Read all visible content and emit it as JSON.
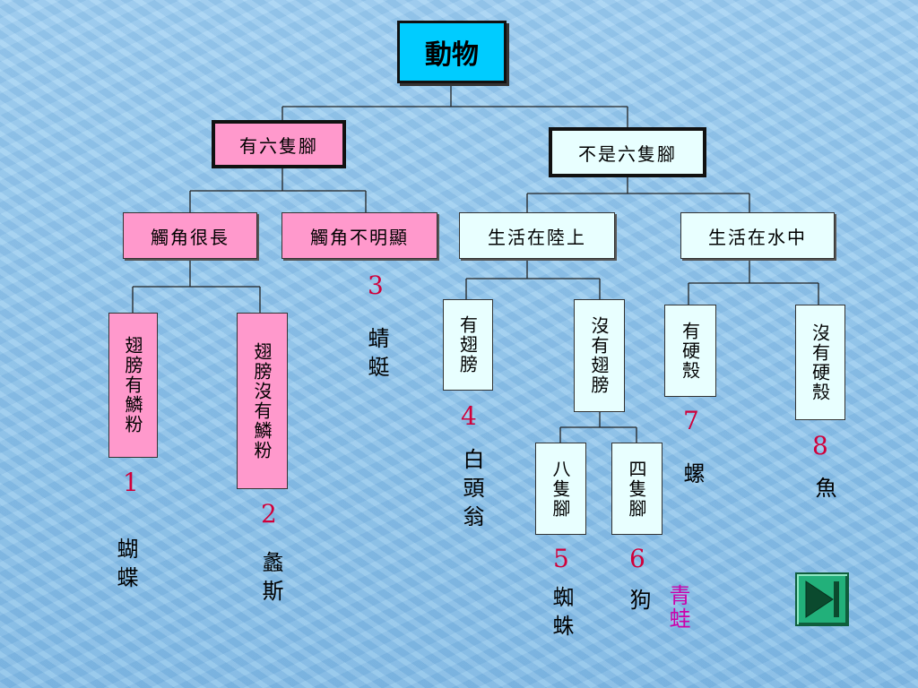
{
  "root": "動物",
  "level1": {
    "six_legs": "有六隻腳",
    "not_six_legs": "不是六隻腳"
  },
  "level2": {
    "long_antennae": "觸角很長",
    "unclear_antennae": "觸角不明顯",
    "on_land": "生活在陸上",
    "in_water": "生活在水中"
  },
  "level3": {
    "scaly_wings": "翅膀有鱗粉",
    "no_scale_wings": "翅膀沒有鱗粉",
    "has_wings": "有翅膀",
    "no_wings": "沒有翅膀",
    "hard_shell": "有硬殼",
    "no_hard_shell": "沒有硬殼"
  },
  "level4": {
    "eight_legs": "八隻腳",
    "four_legs": "四隻腳"
  },
  "numbers": [
    "1",
    "2",
    "3",
    "4",
    "5",
    "6",
    "7",
    "8"
  ],
  "answers": {
    "a1": "蝴蝶",
    "a2": "蠡斯",
    "a3": "蜻蜓",
    "a4": "白頭翁",
    "a5": "蜘蛛",
    "a6": "狗",
    "a6_extra": "青蛙",
    "a7": "螺",
    "a8": "魚"
  },
  "colors": {
    "root_fill": "#00ccff",
    "insect_branch_fill": "#ff99cc",
    "other_branch_fill": "#e8ffff",
    "number_color": "#d0003a",
    "extra_answer_color": "#cc00aa",
    "next_button": "#22b07a"
  },
  "icons": {
    "next": "next-slide-icon"
  }
}
